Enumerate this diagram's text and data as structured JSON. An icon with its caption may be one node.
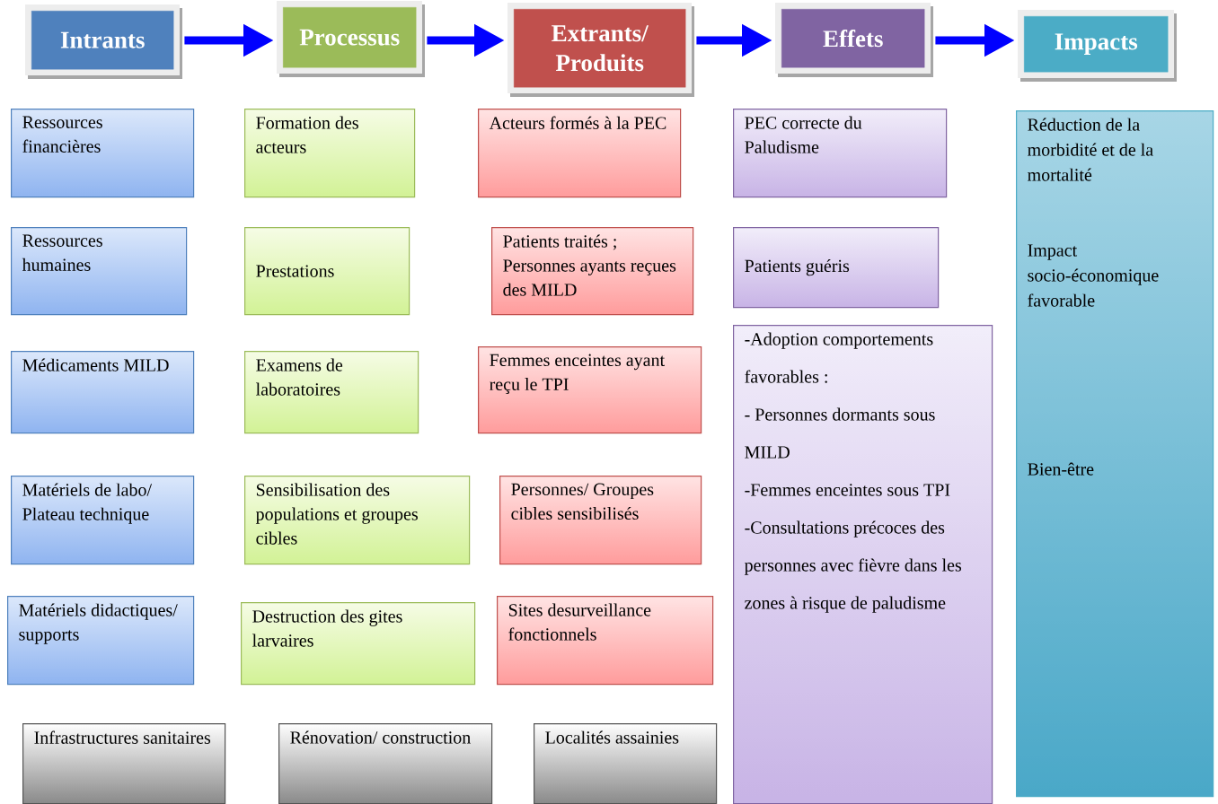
{
  "diagram": {
    "nodes": [
      {
        "text": [
          "Intrants"
        ]
      },
      {
        "text": [
          "Processus"
        ]
      },
      {
        "text": [
          "Extrants/ Produits"
        ]
      },
      {
        "text": [
          "Effets"
        ]
      },
      {
        "text": [
          "Impacts"
        ]
      },
      {
        "text": [
          "Ressources financières"
        ]
      },
      {
        "text": [
          "Ressources humaines"
        ]
      },
      {
        "text": [
          "Médicaments MILD"
        ]
      },
      {
        "text": [
          "Matériels de labo/ Plateau technique"
        ]
      },
      {
        "text": [
          "Matériels didactiques/ supports"
        ]
      },
      {
        "text": [
          "Infrastructures sanitaires"
        ]
      },
      {
        "text": [
          "Formation des acteurs"
        ]
      },
      {
        "text": [
          "Prestations"
        ]
      },
      {
        "text": [
          "Examens de laboratoires"
        ]
      },
      {
        "text": [
          "Sensibilisation des populations et groupes cibles"
        ]
      },
      {
        "text": [
          "Destruction des gites larvaires"
        ]
      },
      {
        "text": [
          "Rénovation/ construction"
        ]
      },
      {
        "text": [
          "Acteurs formés à la PEC"
        ]
      },
      {
        "text": [
          "Patients traités ; Personnes ayants reçues des MILD"
        ]
      },
      {
        "text": [
          "Femmes enceintes ayant reçu le TPI"
        ]
      },
      {
        "text": [
          "Personnes/ Groupes cibles sensibilisés"
        ]
      },
      {
        "text": [
          "Sites desurveillance fonctionnels"
        ]
      },
      {
        "text": [
          "Localités assainies"
        ]
      },
      {
        "text": [
          "PEC correcte du Paludisme"
        ]
      },
      {
        "text": [
          "Patients guéris"
        ]
      },
      {
        "text": [
          "-Adoption comportements favorables :",
          "- Personnes dormants sous MILD",
          "-Femmes enceintes sous TPI",
          "-Consultations précoces des personnes avec fièvre dans les zones à risque de paludisme"
        ]
      },
      {
        "text": [
          "Réduction de la morbidité et de la mortalité",
          "Impact socio-économique favorable",
          "Bien-être"
        ]
      }
    ],
    "edges": [
      {
        "from": 0,
        "to": 1,
        "arrow": "to"
      },
      {
        "from": 1,
        "to": 2,
        "arrow": "to"
      },
      {
        "from": 2,
        "to": 3,
        "arrow": "to"
      },
      {
        "from": 3,
        "to": 4,
        "arrow": "to"
      }
    ]
  }
}
